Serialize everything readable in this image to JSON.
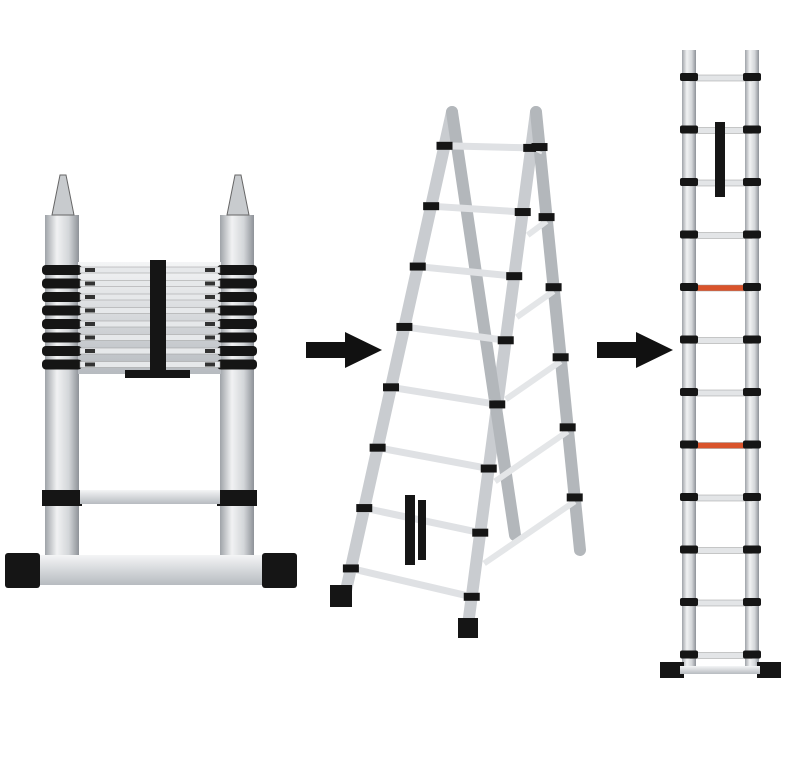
{
  "scene": {
    "description_items": [
      "collapsed-ladder",
      "a-frame-ladder",
      "extended-ladder"
    ],
    "icons": [
      "arrow-right-icon",
      "arrow-right-icon"
    ]
  },
  "colors": {
    "background": "#ffffff",
    "aluminum": "#d9dcdf",
    "aluminum_shade": "#a9adb2",
    "black_parts": "#151515",
    "accent_red": "#d9532b"
  }
}
